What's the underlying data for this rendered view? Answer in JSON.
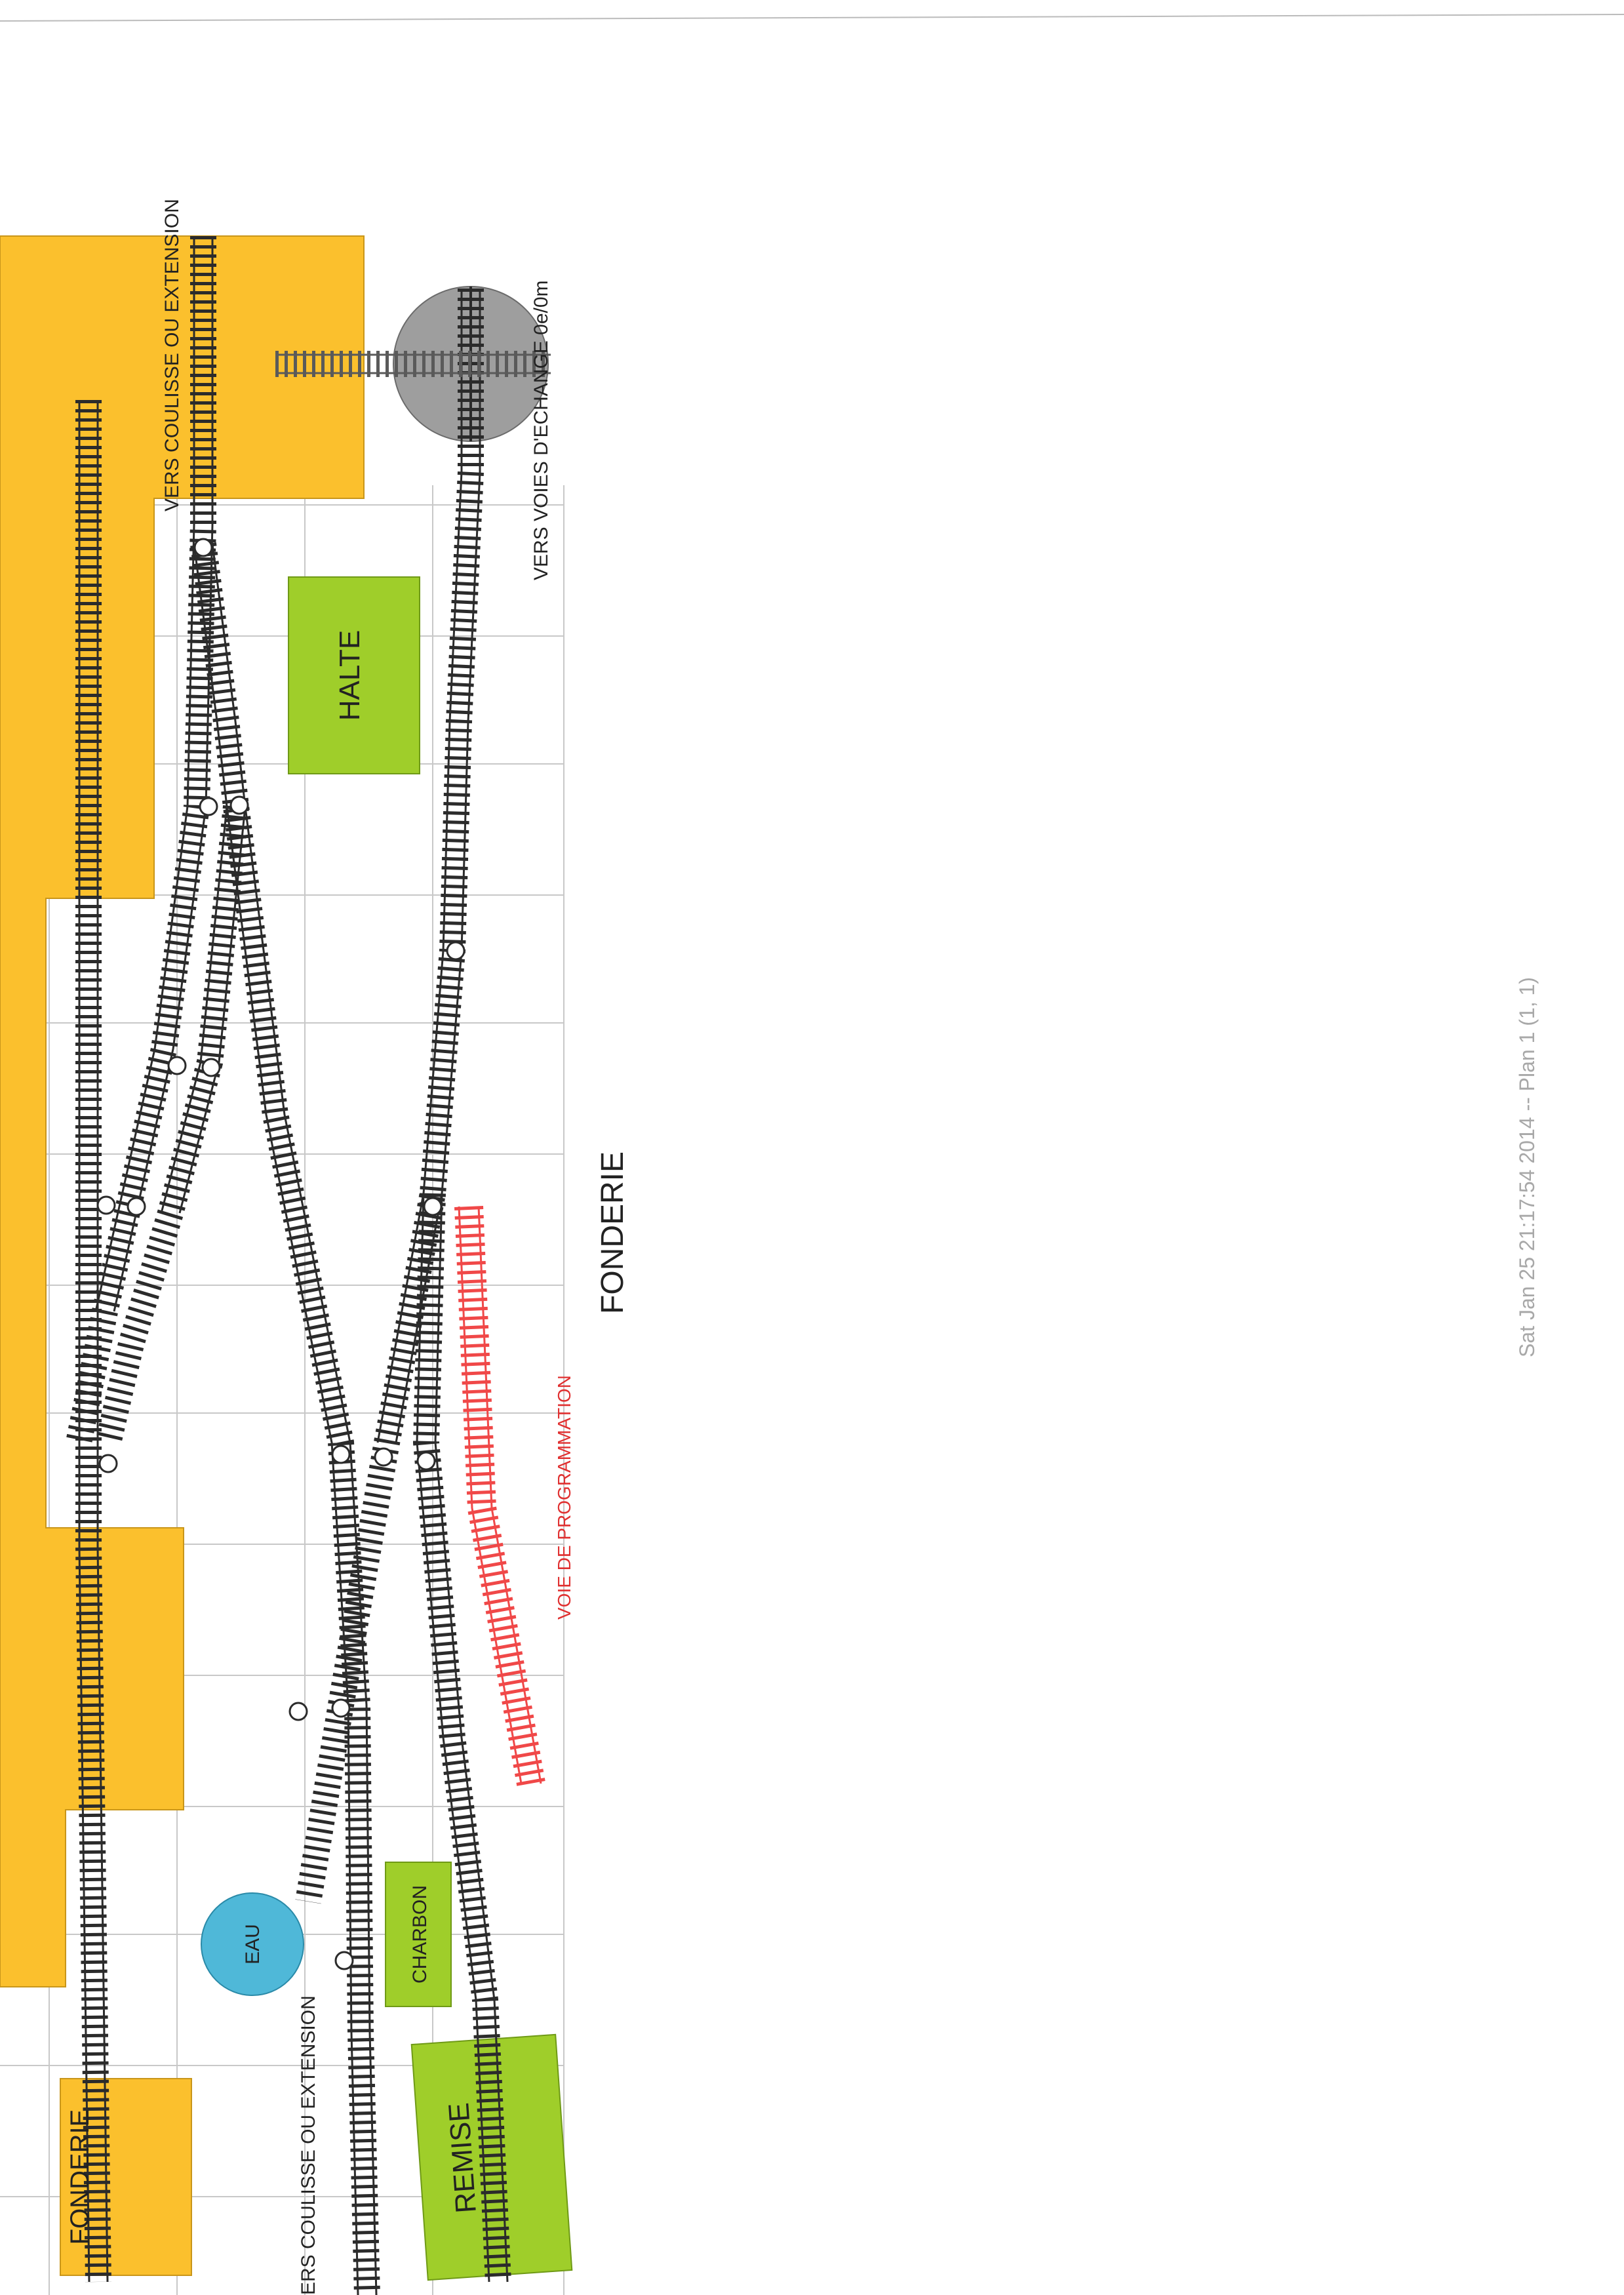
{
  "labels": {
    "fonderie_main": "FONDERIE",
    "fonderie_small": "FONDERIE",
    "halte": "HALTE",
    "eau": "EAU",
    "charbon": "CHARBON",
    "remise": "REMISE",
    "vers_coulisse_top": "VERS COULISSE OU EXTENSION",
    "vers_coulisse_bottom": "ERS COULISSE OU EXTENSION",
    "vers_voies_echange": "VERS VOIES D'ECHANGE 0e/0m",
    "voie_programmation": "VOIE DE PROGRAMMATION"
  },
  "footer": {
    "timestamp": "Sat Jan 25 21:17:54 2014 -- Plan 1 (1, 1)"
  },
  "colors": {
    "building_orange": "#fbc02d",
    "halte_green": "#9fce2a",
    "eau_blue": "#4fb8d8",
    "turntable_gray": "#9e9e9e",
    "track": "#2b2b2b",
    "programming_track": "#f04848",
    "grid": "#c8c8c8"
  }
}
